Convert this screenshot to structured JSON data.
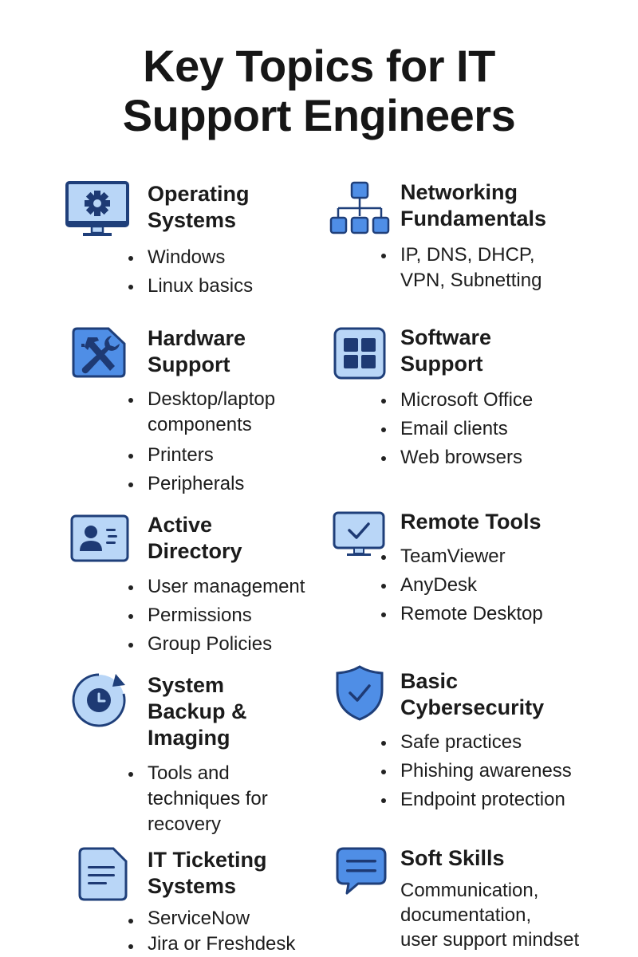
{
  "title": {
    "line1": "Key Topics for IT",
    "line2": "Support Engineers"
  },
  "colors": {
    "icon_stroke": "#1f3f7a",
    "icon_fill_light": "#b9d6f7",
    "icon_fill_mid": "#4f8ee6",
    "icon_dark": "#1e3a74",
    "text": "#1a1a1a"
  },
  "topics": [
    {
      "icon": "monitor-gear-icon",
      "heading": [
        "Operating",
        "Systems"
      ],
      "items": [
        "Windows",
        "Linux basics"
      ]
    },
    {
      "icon": "network-hierarchy-icon",
      "heading": [
        "Networking",
        "Fundamentals"
      ],
      "items": [
        "IP, DNS, DHCP,",
        "VPN, Subnetting"
      ]
    },
    {
      "icon": "hammer-wrench-icon",
      "heading": [
        "Hardware",
        "Support"
      ],
      "items": [
        "Desktop/laptop",
        "components",
        "Printers",
        "Peripherals"
      ]
    },
    {
      "icon": "app-grid-icon",
      "heading": [
        "Software",
        "Support"
      ],
      "items": [
        "Microsoft Office",
        "Email clients",
        "Web browsers"
      ]
    },
    {
      "icon": "id-card-icon",
      "heading": [
        "Active",
        "Directory"
      ],
      "items": [
        "User management",
        "Permissions",
        "Group Policies"
      ]
    },
    {
      "icon": "monitor-check-icon",
      "heading": [
        "Remote Tools"
      ],
      "items": [
        "TeamViewer",
        "AnyDesk",
        "Remote Desktop"
      ]
    },
    {
      "icon": "backup-clock-icon",
      "heading": [
        "System",
        "Backup &",
        "Imaging"
      ],
      "items": [
        "Tools and",
        "techniques for",
        "recovery"
      ]
    },
    {
      "icon": "shield-check-icon",
      "heading": [
        "Basic",
        "Cybersecurity"
      ],
      "items": [
        "Safe practices",
        "Phishing awareness",
        "Endpoint protection"
      ]
    },
    {
      "icon": "document-icon",
      "heading": [
        "IT Ticketing",
        "Systems"
      ],
      "items": [
        "ServiceNow",
        "Jira or Freshdesk"
      ]
    },
    {
      "icon": "chat-bubble-icon",
      "heading": [
        "Soft Skills"
      ],
      "text": [
        "Communication,",
        "documentation,",
        "user support mindset"
      ]
    }
  ]
}
